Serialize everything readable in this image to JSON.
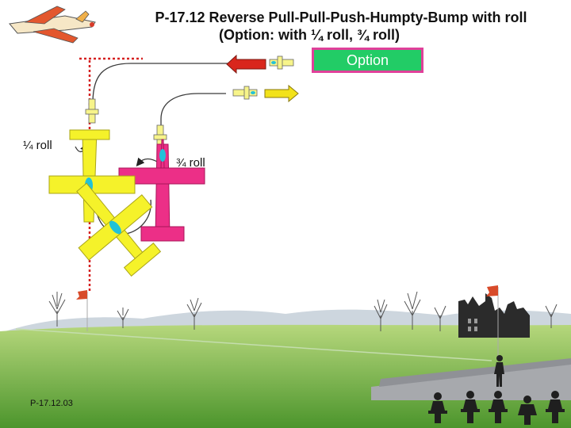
{
  "title": {
    "line1": "P-17.12 Reverse Pull-Pull-Push-Humpty-Bump with roll",
    "line2": "(Option: with ¼ roll, ¾ roll)"
  },
  "option_label": "Option",
  "labels": {
    "quarter_roll": "¼   roll",
    "three_quarter_roll": "¾  roll"
  },
  "figure_code": "P-17.12.03",
  "colors": {
    "sky": "#ffffff",
    "grass_top": "#a9cf6a",
    "grass_bottom": "#4f9a2e",
    "hills": "#c9d3dc",
    "runway": "#a7a9ad",
    "line_red": "#d62020",
    "plane_yellow": "#f5f22a",
    "plane_pink": "#ec2f87",
    "canopy": "#22c2d8",
    "arrow_red": "#d9261c",
    "arrow_yellow": "#f2e21a",
    "option_fill": "#22cc66",
    "option_border": "#e0409a"
  },
  "icons": [
    "red-arrow-left-icon",
    "yellow-arrow-right-icon",
    "airplane-logo-icon",
    "flag-icon",
    "tree-icon",
    "castle-ruin-icon",
    "judge-icon",
    "pilot-icon"
  ]
}
